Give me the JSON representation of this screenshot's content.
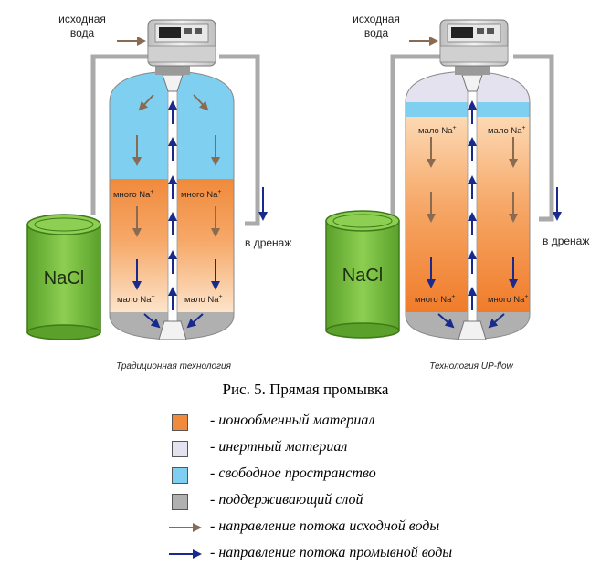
{
  "diagrams": [
    {
      "subtitle": "Традиционная технология",
      "inlet_label_1": "исходная",
      "inlet_label_2": "вода",
      "drain_label": "в дренаж",
      "salt_label": "NaCl",
      "upper_left_label": "много Na",
      "upper_right_label": "много Na",
      "lower_left_label": "мало Na",
      "lower_right_label": "мало Na",
      "charge": "+"
    },
    {
      "subtitle": "Технология UP-flow",
      "inlet_label_1": "исходная",
      "inlet_label_2": "вода",
      "drain_label": "в дренаж",
      "salt_label": "NaCl",
      "upper_left_label": "мало Na",
      "upper_right_label": "мало Na",
      "lower_left_label": "много Na",
      "lower_right_label": "много Na",
      "charge": "+"
    }
  ],
  "caption": "Рис. 5. Прямая промывка",
  "legend": [
    {
      "kind": "swatch",
      "color": "#f08a3c",
      "label": "- ионообменный материал"
    },
    {
      "kind": "swatch",
      "color": "#e4e2ee",
      "label": "- инертный материал"
    },
    {
      "kind": "swatch",
      "color": "#7fd0f0",
      "label": "- свободное пространство"
    },
    {
      "kind": "swatch",
      "color": "#b0b0b0",
      "label": "- поддерживающий слой"
    },
    {
      "kind": "arrow",
      "color": "#8a6a50",
      "label": "- направление потока исходной воды"
    },
    {
      "kind": "arrow",
      "color": "#1a2a8c",
      "label": "- направление потока промывной воды"
    }
  ],
  "colors": {
    "resin": "#f08a3c",
    "resin_light": "#fde2c6",
    "inert": "#e4e2ee",
    "free_space": "#7fd0f0",
    "support": "#b0b0b0",
    "raw_water_arrow": "#8a6a50",
    "wash_water_arrow": "#1a2a8c",
    "salt_tank": "#7dc242",
    "salt_tank_dark": "#4a8a1a"
  }
}
